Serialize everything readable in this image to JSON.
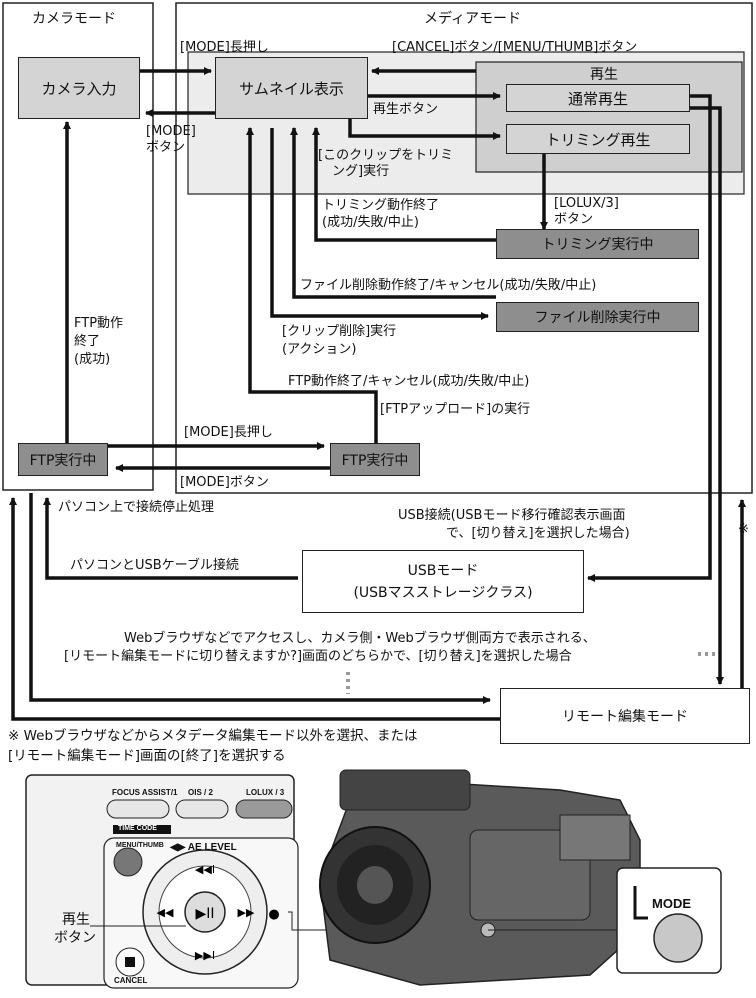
{
  "panels": {
    "camera_mode": "カメラモード",
    "media_mode": "メディアモード",
    "playback_group": "再生"
  },
  "boxes": {
    "camera_input": "カメラ入力",
    "thumbnail": "サムネイル表示",
    "normal_play": "通常再生",
    "trim_play": "トリミング再生",
    "trim_running": "トリミング実行中",
    "file_delete_running": "ファイル削除実行中",
    "ftp_running_camera": "FTP実行中",
    "ftp_running_media": "FTP実行中",
    "usb_mode_line1": "USBモード",
    "usb_mode_line2": "(USBマスストレージクラス)",
    "remote_edit_mode": "リモート編集モード"
  },
  "labels": {
    "mode_long_press_top": "[MODE]長押し",
    "cancel_menu_thumb": "[CANCEL]ボタン/[MENU/THUMB]ボタン",
    "mode_button_1": "[MODE]",
    "mode_button_2": "ボタン",
    "play_button": "再生ボタン",
    "trim_this_clip_1": "[このクリップをトリミ",
    "trim_this_clip_2": "ング]実行",
    "lolux3_1": "[LOLUX/3]",
    "lolux3_2": "ボタン",
    "trim_end_1": "トリミング動作終了",
    "trim_end_2": "(成功/失敗/中止)",
    "file_delete_end": "ファイル削除動作終了/キャンセル(成功/失敗/中止)",
    "clip_delete_1": "[クリップ削除]実行",
    "clip_delete_2": "(アクション)",
    "ftp_end_cancel": "FTP動作終了/キャンセル(成功/失敗/中止)",
    "ftp_upload_exec": "[FTPアップロード]の実行",
    "ftp_done_1": "FTP動作",
    "ftp_done_2": "終了",
    "ftp_done_3": "(成功)",
    "mode_long_press_bottom": "[MODE]長押し",
    "mode_button_bottom": "[MODE]ボタン",
    "pc_disconnect": "パソコン上で接続停止処理",
    "usb_connect_1": "USB接続(USBモード移行確認表示画面",
    "usb_connect_2": "で、[切り替え]を選択した場合)",
    "pc_usb_cable": "パソコンとUSBケーブル接続",
    "asterisk": "※",
    "web_switch_1": "Webブラウザなどでアクセスし、カメラ側・Webブラウザ側両方で表示される、",
    "web_switch_2": "[リモート編集モードに切り替えますか?]画面のどちらかで、[切り替え]を選択した場合",
    "note_1": "※ Webブラウザなどからメタデータ編集モード以外を選択、または",
    "note_2": "[リモート編集モード]画面の[終了]を選択する"
  },
  "control_panel": {
    "focus_assist": "FOCUS ASSIST/1",
    "ois": "OIS / 2",
    "lolux": "LOLUX / 3",
    "time_code": "TIME CODE",
    "menu_thumb": "MENU/THUMB",
    "ae_level": "◀▶ AE LEVEL",
    "cancel": "CANCEL",
    "play_button_1": "再生",
    "play_button_2": "ボタン",
    "mode": "MODE"
  },
  "colors": {
    "light_box": "#d4d4d4",
    "dark_box": "#8e8e8e",
    "panel_bg": "#ececec"
  }
}
